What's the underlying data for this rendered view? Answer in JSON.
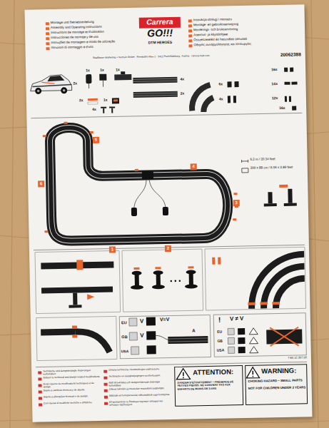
{
  "diagram": {
    "nodes": [
      {
        "text": [
          "Carrera"
        ]
      },
      {
        "text": [
          "1"
        ]
      },
      {
        "text": [
          "2"
        ]
      },
      {
        "text": [
          "3"
        ]
      },
      {
        "text": [
          "4"
        ]
      },
      {
        "text": [
          "5"
        ]
      },
      {
        "text": [
          "6"
        ]
      },
      {
        "text": [
          "EU",
          "V",
          "V=V",
          "GB",
          "V",
          "USA",
          "A"
        ]
      },
      {
        "text": [
          "!",
          "V ≠ V",
          "EU",
          "GB",
          "USA"
        ]
      },
      {
        "text": [
          "ATTENTION:",
          "DANGER D'ÉTOUFFEMENT – PRÉSENCE DE PETITES PIÈCES. NE CONVIENT PAS AUX ENFANTS DE MOINS DE 3 ANS"
        ]
      },
      {
        "text": [
          "WARNING:",
          "CHOKING HAZARD – SMALL PARTS",
          "NOT FOR CHILDREN UNDER 3 YEARS"
        ]
      }
    ],
    "labels": [
      "GO!!!",
      "DTM HEROES",
      "Montage und Betriebsanleitung",
      "Assembly and Operating Instructions",
      "Instructions de montage et d'utilisation",
      "Instrucciones de montaje y de uso",
      "Instruções de montagem e modo de utilização",
      "Istruzioni di montaggio e d'uso",
      "Instrukcja obsługi i montażu",
      "Montage- en gebruiksaanwijzing",
      "Monterings- och bruksanvisning",
      "Asennus- ja käyttöohjeet",
      "Összeszerelési és használati útmutató",
      "Οδηγίες συναρμολόγησης και λειτουργίας",
      "Stadlbauer Marketing + Vertrieb GmbH · Rennbahn Allee 1 · 5412 Puch/Salzburg · Austria · carrera-toys.com",
      "20062388",
      "2x",
      "1x",
      "1x",
      "1x",
      "2x",
      "1x",
      "4x",
      "4x",
      "2x",
      "16x",
      "6x",
      "14x",
      "4x",
      "12x",
      "16x",
      "6,2 m / 20.34 feet",
      "200 x 88 cm / 6.56 x 2.89 feet",
      "7.60.12.307.00",
      "Technische und designbedingte Änderungen vorbehalten.",
      "Subject to technical and design-related modifications.",
      "Sous réserve de modifications techniques et de design.",
      "Sujeto a cambios técnicos y de diseño.",
      "Sujeito a alterações técnicas e de design.",
      "Con riserva di modifiche tecniche e stilistiche.",
      "Zmiany techniczne i konstrukcyjne zastrzeżone.",
      "Technische en designwijzigingen voorbehouden.",
      "Rätt till tekniska och designrelaterade ändringar förbehålles.",
      "Oikeus teknisiin ja muotoilun muutoksiin pidätetään.",
      "Műszaki és formatervezési változtatások joga fenntartva.",
      "Επιφυλάσσεται το δικαίωμα τεχνικών αλλαγών και αλλαγών σχεδιασμού."
    ]
  }
}
